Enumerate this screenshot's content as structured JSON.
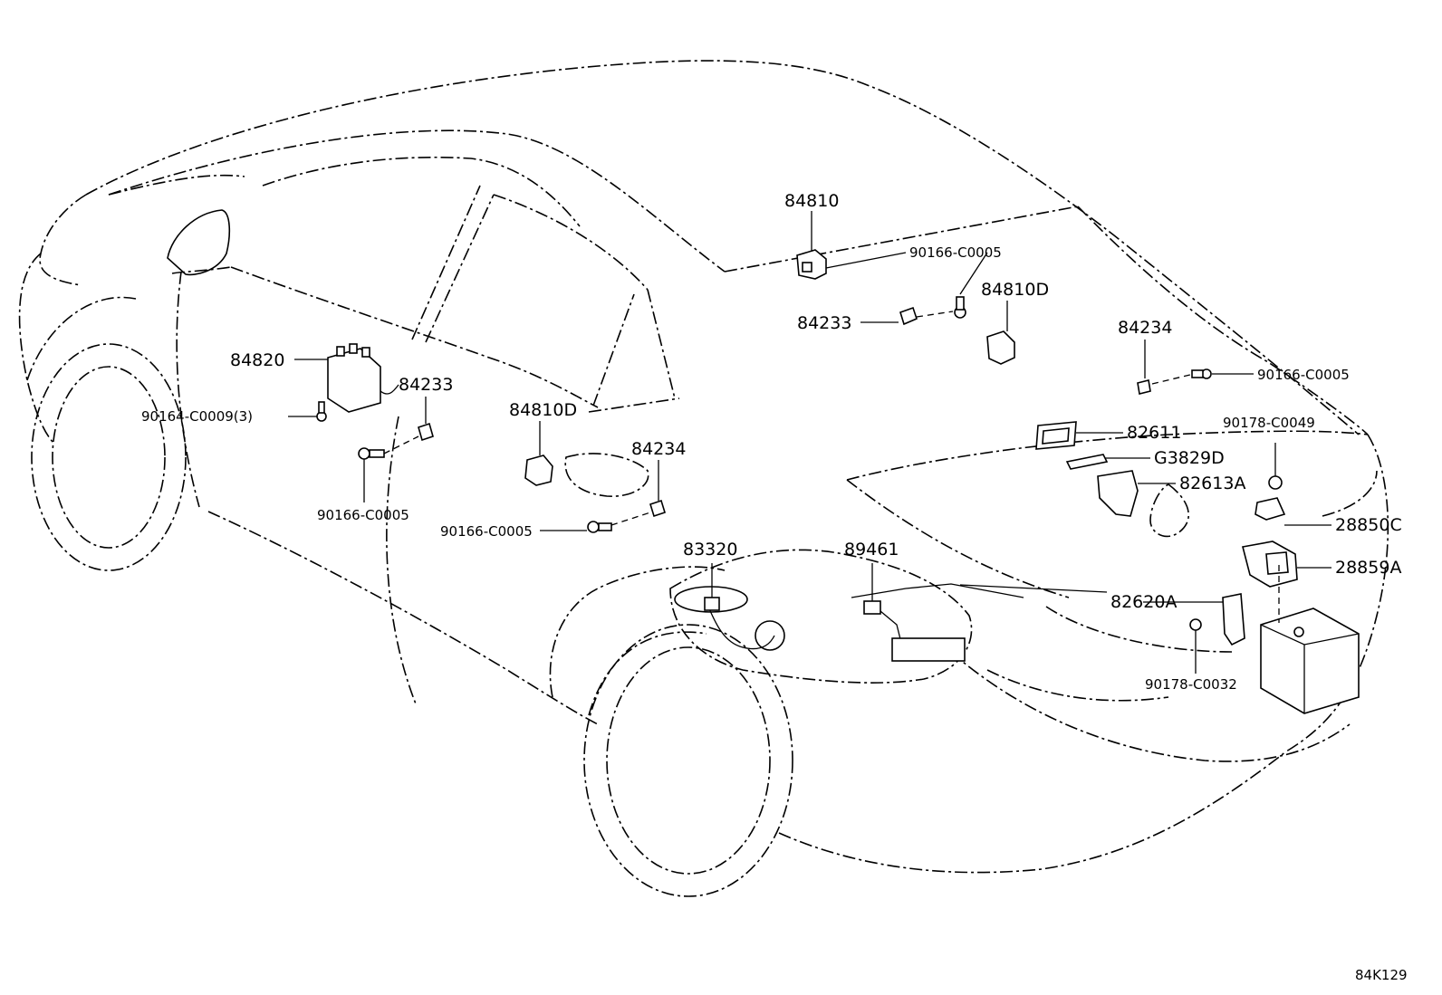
{
  "diagram": {
    "code": "84K129",
    "callouts": [
      {
        "id": "c01",
        "part": "84810",
        "connects_to": "ecu-top"
      },
      {
        "id": "c02",
        "part": "90166-C0005",
        "connects_to": "bolt-top"
      },
      {
        "id": "c03",
        "part": "84810D",
        "connects_to": "switch-right"
      },
      {
        "id": "c04",
        "part": "84233",
        "connects_to": "clip-top"
      },
      {
        "id": "c05",
        "part": "84234",
        "connects_to": "clip-right"
      },
      {
        "id": "c06",
        "part": "90166-C0005",
        "connects_to": "bolt-right"
      },
      {
        "id": "c07",
        "part": "84820",
        "connects_to": "master-switch"
      },
      {
        "id": "c08",
        "part": "84233",
        "connects_to": "clip-front"
      },
      {
        "id": "c09",
        "part": "90164-C0009(3)",
        "connects_to": "screw-master"
      },
      {
        "id": "c10",
        "part": "90166-C0005",
        "connects_to": "bolt-front"
      },
      {
        "id": "c11",
        "part": "84810D",
        "connects_to": "switch-rear-door"
      },
      {
        "id": "c12",
        "part": "84234",
        "connects_to": "clip-rear-door"
      },
      {
        "id": "c13",
        "part": "90166-C0005",
        "connects_to": "bolt-rear-door"
      },
      {
        "id": "c14",
        "part": "82611",
        "connects_to": "bracket"
      },
      {
        "id": "c15",
        "part": "G3829D",
        "connects_to": "clamp"
      },
      {
        "id": "c16",
        "part": "82613A",
        "connects_to": "holder"
      },
      {
        "id": "c17",
        "part": "90178-C0049",
        "connects_to": "nut-upper"
      },
      {
        "id": "c18",
        "part": "28850C",
        "connects_to": "sensor"
      },
      {
        "id": "c19",
        "part": "28859A",
        "connects_to": "battery-clamp"
      },
      {
        "id": "c20",
        "part": "82620A",
        "connects_to": "fuse-block"
      },
      {
        "id": "c21",
        "part": "90178-C0032",
        "connects_to": "nut-lower"
      },
      {
        "id": "c22",
        "part": "83320",
        "connects_to": "fuel-sender"
      },
      {
        "id": "c23",
        "part": "89461",
        "connects_to": "fuel-sensor"
      }
    ]
  }
}
